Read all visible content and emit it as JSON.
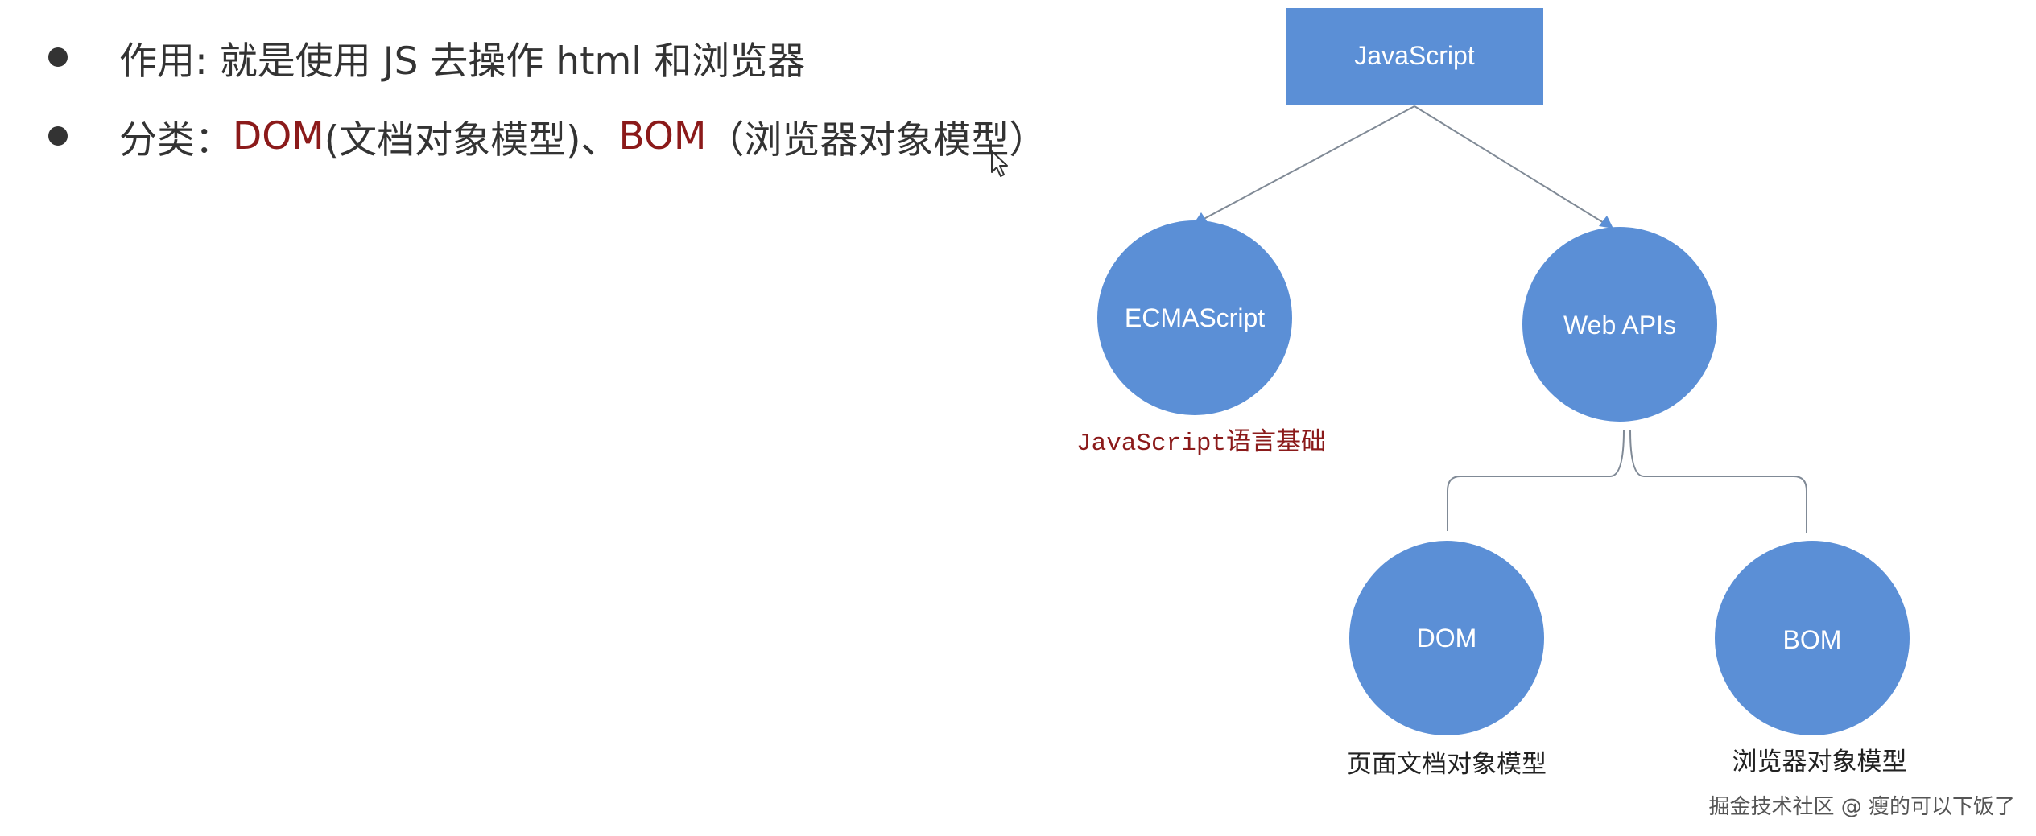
{
  "bullets": [
    {
      "prefix": "作用: 就是使用 JS 去操作 html 和浏览器"
    },
    {
      "prefix": "分类：",
      "dom": "DOM",
      "dom_desc": " (文档对象模型)、",
      "bom": "BOM",
      "bom_desc": "（浏览器对象模型）"
    }
  ],
  "diagram": {
    "root": "JavaScript",
    "left_node": "ECMAScript",
    "left_caption": "JavaScript语言基础",
    "right_node": "Web APIs",
    "dom_node": "DOM",
    "dom_caption": "页面文档对象模型",
    "bom_node": "BOM",
    "bom_caption": "浏览器对象模型"
  },
  "watermark": "掘金技术社区 @ 瘦的可以下饭了",
  "colors": {
    "node_fill": "#5b8fd6",
    "highlight": "#8b1a1a",
    "text": "#333333"
  }
}
